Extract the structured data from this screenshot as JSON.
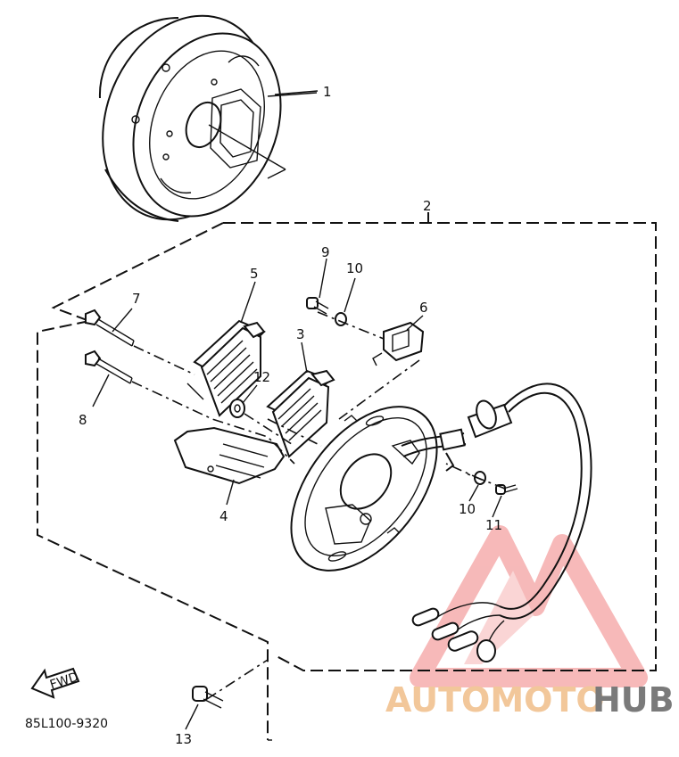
{
  "diagram": {
    "part_code": "85L100-9320",
    "fwd_label": "FWD",
    "callouts": [
      "1",
      "2",
      "3",
      "4",
      "5",
      "6",
      "7",
      "8",
      "9",
      "10",
      "10",
      "11",
      "12",
      "13"
    ]
  },
  "watermark": {
    "text_part1": "AUTOMOTO",
    "text_part2": "HUB",
    "colors": {
      "accent": "#f4a4a4",
      "text_light": "#f2c79a",
      "text_dark": "#7a7a7a"
    }
  }
}
